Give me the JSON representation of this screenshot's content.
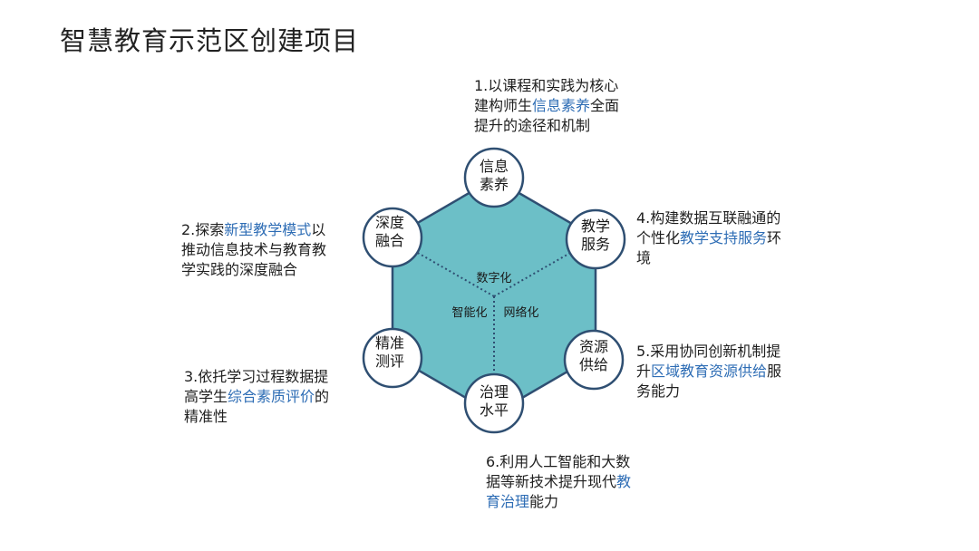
{
  "title": "智慧教育示范区创建项目",
  "colors": {
    "hexagon_fill": "#6cbfc7",
    "hexagon_stroke": "#2f4f72",
    "highlight": "#2e6db5",
    "dotted_line": "#2f4f72"
  },
  "center_labels": {
    "top": "数字化",
    "left": "智能化",
    "right": "网络化"
  },
  "nodes": {
    "top": {
      "line1": "信息",
      "line2": "素养"
    },
    "upper_right": {
      "line1": "教学",
      "line2": "服务"
    },
    "lower_right": {
      "line1": "资源",
      "line2": "供给"
    },
    "bottom": {
      "line1": "治理",
      "line2": "水平"
    },
    "lower_left": {
      "line1": "精准",
      "line2": "测评"
    },
    "upper_left": {
      "line1": "深度",
      "line2": "融合"
    }
  },
  "descriptions": {
    "d1": {
      "l1": "1.以课程和实践为核心",
      "l2a": "建构师生",
      "l2h": "信息素养",
      "l2b": "全面",
      "l3": "提升的途径和机制"
    },
    "d2": {
      "l1a": "2.探索",
      "l1h": "新型教学模式",
      "l1b": "以",
      "l2": "推动信息技术与教育教",
      "l3": "学实践的深度融合"
    },
    "d3": {
      "l1": "3.依托学习过程数据提",
      "l2a": "高学生",
      "l2h": "综合素质评价",
      "l2b": "的",
      "l3": "精准性"
    },
    "d4": {
      "l1": "4.构建数据互联融通的",
      "l2a": "个性化",
      "l2h": "教学支持服务",
      "l2b": "环",
      "l3": "境"
    },
    "d5": {
      "l1": "5.采用协同创新机制提",
      "l2a": "升",
      "l2h": "区域教育资源供给",
      "l2b": "服",
      "l3": "务能力"
    },
    "d6": {
      "l1": "6.利用人工智能和大数",
      "l2a": "据等新技术提升现代",
      "l2h": "教",
      "l3h": "育治理",
      "l3b": "能力"
    }
  }
}
